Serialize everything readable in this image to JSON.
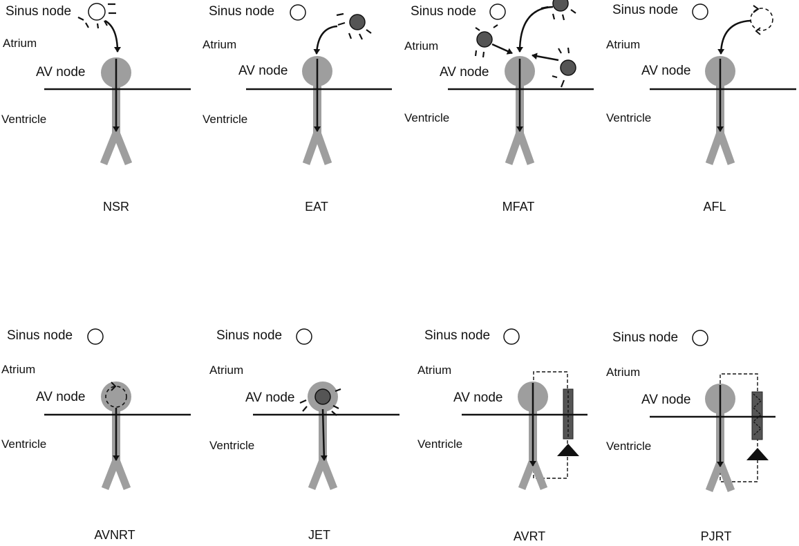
{
  "diagram": {
    "labels": {
      "sinus_node": "Sinus node",
      "atrium": "Atrium",
      "av_node": "AV node",
      "ventricle": "Ventricle"
    },
    "panels": [
      {
        "id": "nsr",
        "caption": "NSR"
      },
      {
        "id": "eat",
        "caption": "EAT"
      },
      {
        "id": "mfat",
        "caption": "MFAT"
      },
      {
        "id": "afl",
        "caption": "AFL"
      },
      {
        "id": "avnrt",
        "caption": "AVNRT"
      },
      {
        "id": "jet",
        "caption": "JET"
      },
      {
        "id": "avrt",
        "caption": "AVRT"
      },
      {
        "id": "pjrt",
        "caption": "PJRT"
      }
    ],
    "colors": {
      "conduction": "#9e9e9e",
      "focus": "#555555",
      "line": "#111111",
      "pathway": "#555555"
    }
  }
}
